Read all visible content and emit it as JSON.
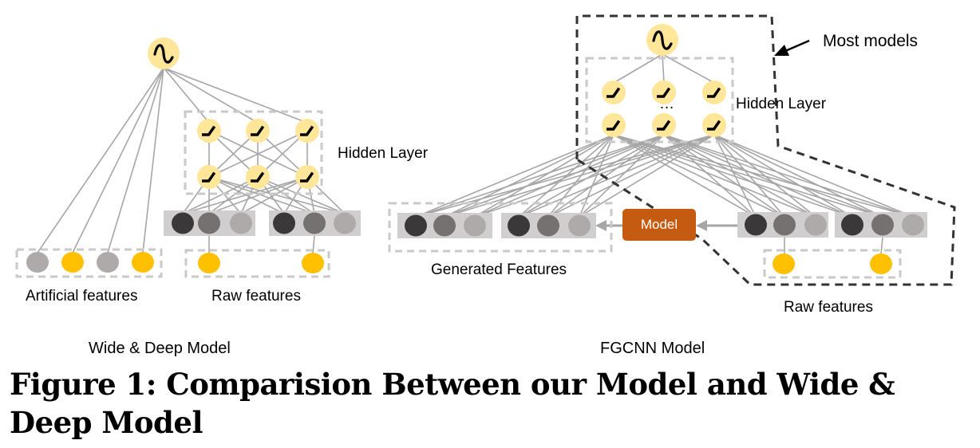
{
  "figure": {
    "caption": "Figure 1: Comparision Between our Model and Wide & Deep Model",
    "wide_deep": {
      "title": "Wide & Deep Model",
      "hidden_layer_label": "Hidden Layer",
      "artificial_features_label": "Artificial features",
      "raw_features_label": "Raw features",
      "output_activation": "sigmoid-icon",
      "hidden_activation": "relu-icon",
      "hidden_layers": 2,
      "hidden_units_per_layer": 3,
      "artificial_feature_colors": [
        "#aeaaaa",
        "#ffc000",
        "#aeaaaa",
        "#ffc000"
      ],
      "raw_feature_count": 2
    },
    "fgcnn": {
      "title": "FGCNN Model",
      "hidden_layer_label": "Hidden Layer",
      "ellipsis": "…",
      "generated_features_label": "Generated Features",
      "raw_features_label": "Raw features",
      "model_button_label": "Model",
      "annotation_label": "Most models",
      "output_activation": "sigmoid-icon",
      "hidden_activation": "relu-icon",
      "hidden_layers": 2,
      "hidden_units_per_layer": 3,
      "raw_feature_count": 2
    },
    "colors": {
      "neuron_fill": "#ffe699",
      "feature_yellow": "#ffc000",
      "feature_gray": "#aeaaaa",
      "embed_dark": "#3a3838",
      "embed_mid": "#767171",
      "embed_light": "#aeaaaa",
      "embed_bar": "#d0cece",
      "edge": "#a6a6a6",
      "dashed_box": "#c9c9c9",
      "annotation_border": "#333333",
      "model_button": "#c55a11"
    }
  }
}
